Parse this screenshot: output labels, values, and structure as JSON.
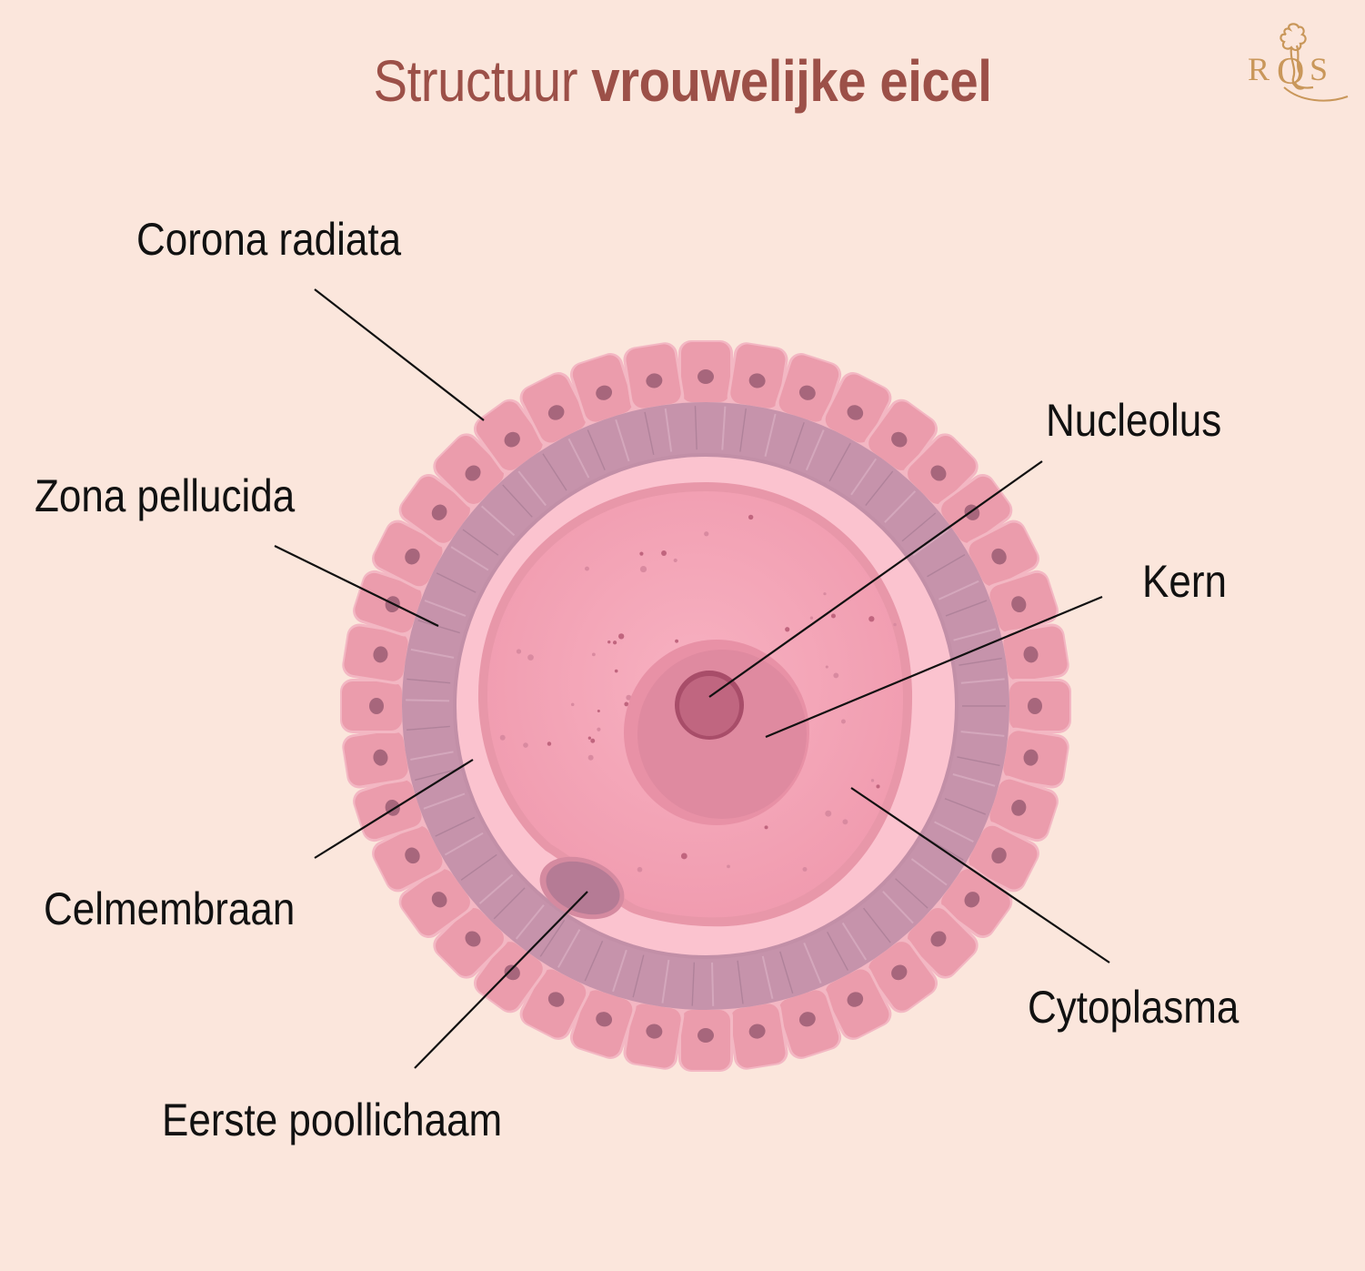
{
  "title": {
    "regular": "Structuur",
    "bold": "vrouwelijke eicel"
  },
  "labels": {
    "corona_radiata": "Corona radiata",
    "zona_pellucida": "Zona pellucida",
    "celmembraan": "Celmembraan",
    "eerste_poollichaam": "Eerste poollichaam",
    "nucleolus": "Nucleolus",
    "kern": "Kern",
    "cytoplasma": "Cytoplasma"
  },
  "logo": {
    "text_r": "R",
    "text_q": "Q",
    "text_s": "S",
    "icon": "lion-crest-icon"
  },
  "colors": {
    "background": "#fbe6dc",
    "title": "#9c5048",
    "corona_cell": "#ec9fae",
    "zona": "#c795ad",
    "cytoplasm": "#f5a5b8",
    "nucleus": "#e0899f",
    "nucleolus": "#b85773",
    "logo": "#c9975a"
  }
}
